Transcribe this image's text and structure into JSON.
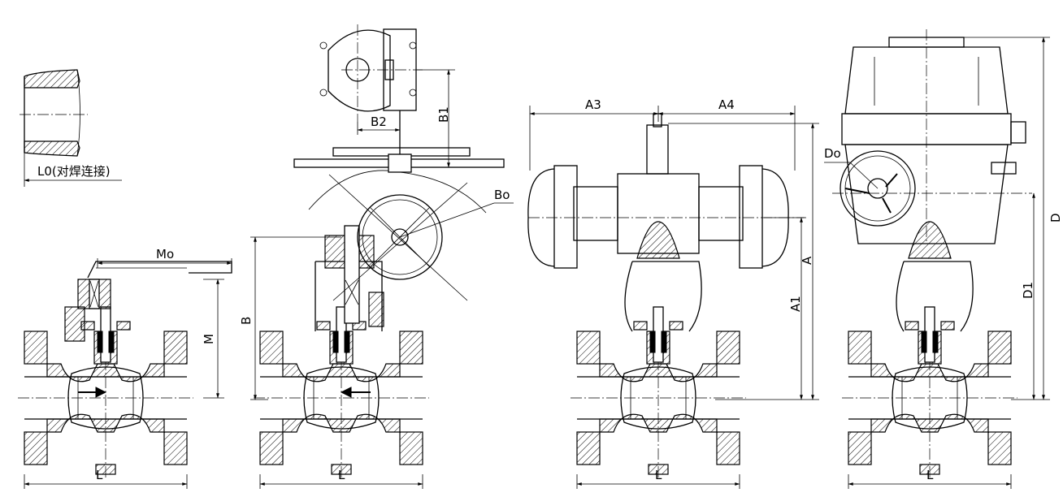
{
  "labels": {
    "weld_end": "L0(对焊连接)",
    "lever_length": "Mo",
    "lever_height": "M",
    "gear_height": "B",
    "gear_top_height": "B1",
    "gear_offset": "B2",
    "handwheel_dia": "Bo",
    "pneumatic_left": "A3",
    "pneumatic_right": "A4",
    "pneumatic_height": "A",
    "pneumatic_height_1": "A1",
    "electric_dia": "Do",
    "electric_height": "D",
    "electric_height_1": "D1",
    "length_1": "L",
    "length_2": "L",
    "length_3": "L",
    "length_4": "L"
  }
}
